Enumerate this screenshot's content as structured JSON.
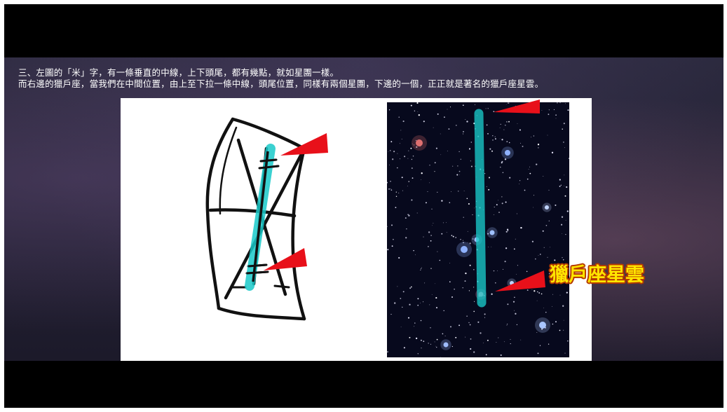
{
  "caption": {
    "line1": "三、左圖的「米」字，有一條垂直的中線，上下頭尾，都有幾點，就如星團一樣。",
    "line2": "而右邊的獵戶座，當我們在中間位置，由上至下拉一條中線，頭尾位置，同樣有兩個星團，下邊的一個，正正就是著名的獵戶座星雲。"
  },
  "labels": {
    "nebula": "獵戶座星雲"
  },
  "colors": {
    "highlight_bar": "#19c9c9",
    "pointer": "#e8101a",
    "label_fill": "#ffe600",
    "label_outline": "#b53a00"
  },
  "icons": {
    "pointer": "red-triangle-pointer-icon"
  }
}
